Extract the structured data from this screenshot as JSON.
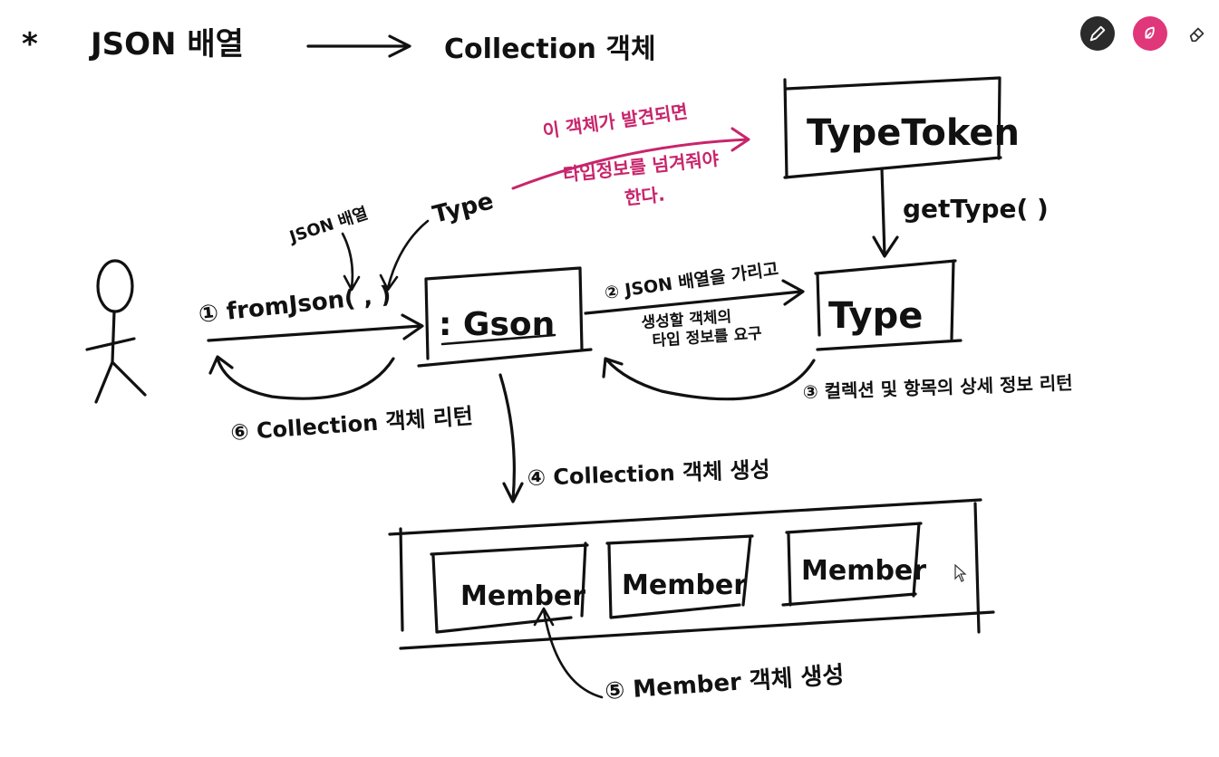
{
  "title": {
    "marker": "*",
    "left": "JSON 배열",
    "right": "Collection 객체"
  },
  "toolbar": {
    "pen_icon": "pen-icon",
    "highlighter_icon": "highlighter-icon",
    "eraser_icon": "eraser-icon",
    "active_color": "#e0367a",
    "dark_color": "#2b2b2b"
  },
  "nodes": {
    "typetoken": "TypeToken",
    "gson": ": Gson",
    "type": "Type",
    "member_1": "Member",
    "member_2": "Member",
    "member_3": "Member"
  },
  "labels": {
    "json_array": "JSON 배열",
    "type_param": "Type",
    "step1": "① fromJson( , )",
    "get_type": "getType( )",
    "step2_line1": "② JSON 배열을 가리고",
    "step2_line2": "생성할 객체의",
    "step2_line3": "타입 정보를 요구",
    "step3": "③ 컬렉션 및 항목의 상세 정보 리턴",
    "step4": "④ Collection 객체 생성",
    "step5": "⑤ Member 객체 생성",
    "step6": "⑥ Collection 객체 리턴"
  },
  "annotation_pink": {
    "line1": "이 객체가 발견되면",
    "line2": "타입정보를 넘겨줘야",
    "line3": "한다.",
    "color": "#c8256c"
  }
}
